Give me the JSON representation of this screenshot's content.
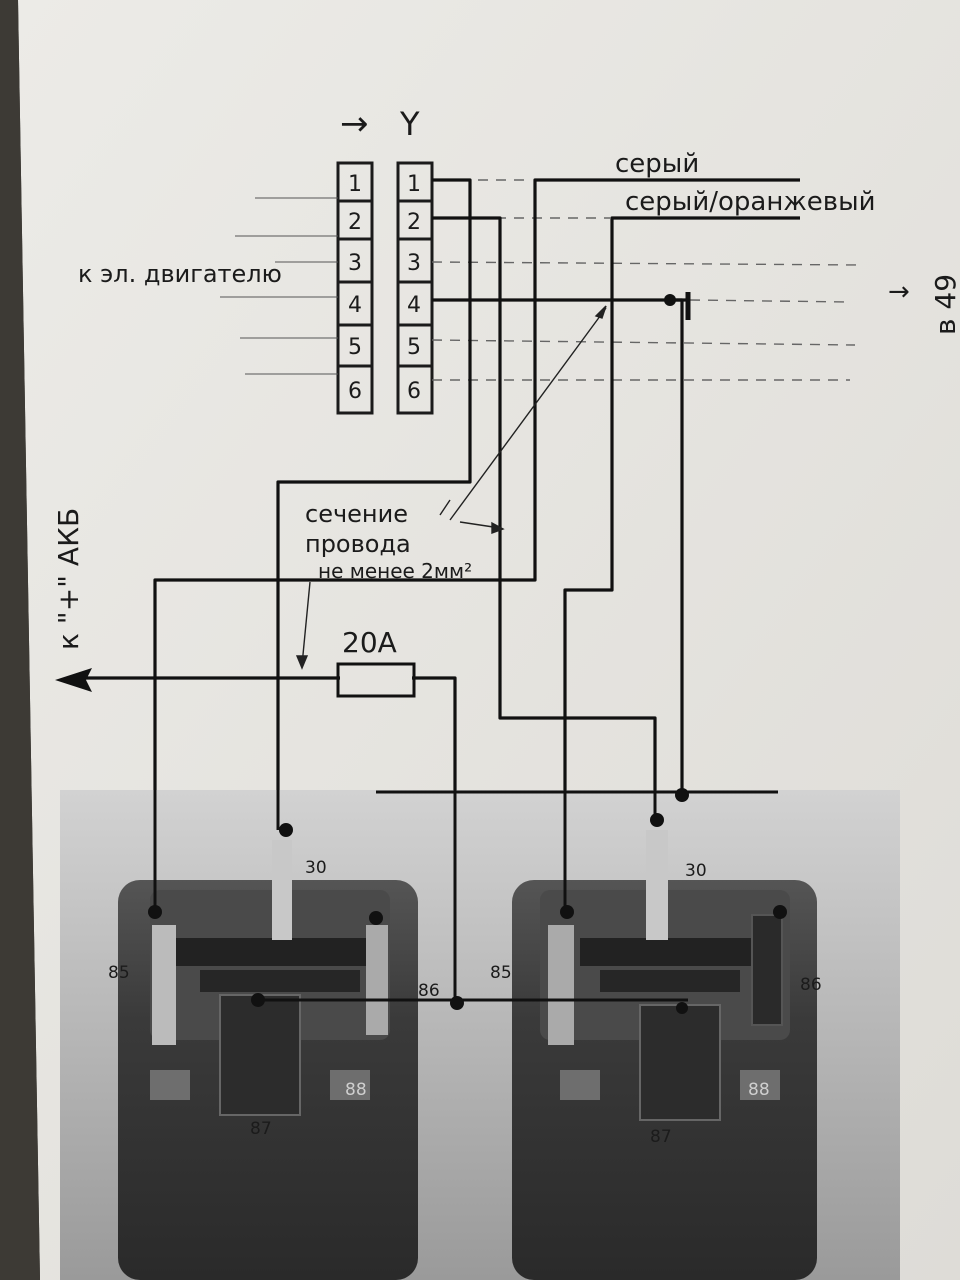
{
  "connector_header": {
    "arrow": "→",
    "symbol": "Y"
  },
  "left_connector": {
    "pins": [
      "1",
      "2",
      "3",
      "4",
      "5",
      "6"
    ]
  },
  "right_connector": {
    "pins": [
      "1",
      "2",
      "3",
      "4",
      "5",
      "6"
    ]
  },
  "wire_labels": {
    "grey": "серый",
    "grey_orange": "серый/оранжевый"
  },
  "motor_label": "к эл. двигателю",
  "right_side_label": "в 49",
  "cross_section_note": {
    "line1": "сечение",
    "line2": "провода",
    "line3": "не менее 2мм²"
  },
  "fuse_label": "20A",
  "battery_label": "к \"+\" АКБ",
  "relay_left": {
    "pin_30": "30",
    "pin_85": "85",
    "pin_86": "86",
    "pin_87": "87",
    "pin_88": "88"
  },
  "relay_right": {
    "pin_30": "30",
    "pin_85": "85",
    "pin_86": "86",
    "pin_87": "87",
    "pin_88": "88"
  },
  "colors": {
    "paper": "#e9e7e2",
    "ink": "#1b1b1b",
    "relay": "#3a3a3a",
    "relay_photo_bg": "#c9c9c9"
  }
}
